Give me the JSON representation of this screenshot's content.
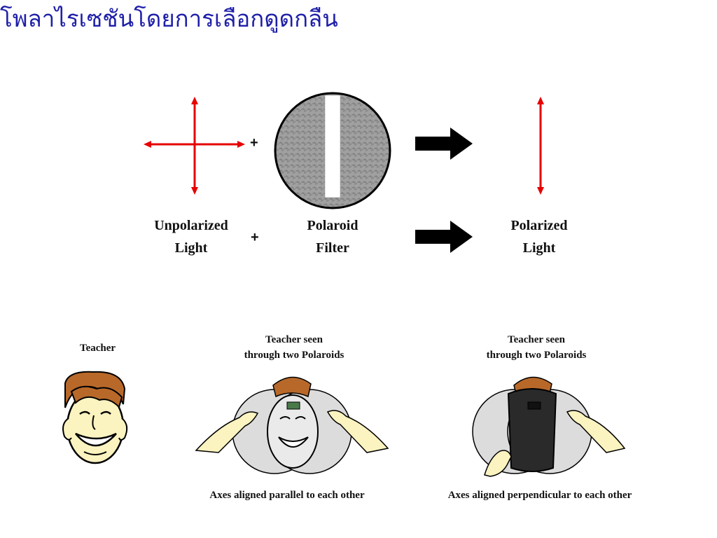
{
  "slide": {
    "title": "โพลาไรเซชันโดยการเลือกดูดกลืน"
  },
  "diagram_top": {
    "plus_symbol": "+",
    "unpolarized_label_line1": "Unpolarized",
    "unpolarized_label_line2": "Light",
    "filter_label_line1": "Polaroid",
    "filter_label_line2": "Filter",
    "polarized_label_line1": "Polarized",
    "polarized_label_line2": "Light"
  },
  "diagram_bottom": {
    "teacher_label": "Teacher",
    "parallel_caption_line1": "Teacher seen",
    "parallel_caption_line2": "through two Polaroids",
    "parallel_axes_label": "Axes aligned parallel to each other",
    "perpendicular_caption_line1": "Teacher seen",
    "perpendicular_caption_line2": "through two Polaroids",
    "perpendicular_axes_label": "Axes aligned perpendicular to each other"
  },
  "colors": {
    "title": "#1f1fa8",
    "ray": "#e60000",
    "arrow": "#000000",
    "filter_gray": "#9a9a9a",
    "lens_gray": "#dcdcdc",
    "skin": "#fbf3c0",
    "hair": "#b8692a"
  }
}
